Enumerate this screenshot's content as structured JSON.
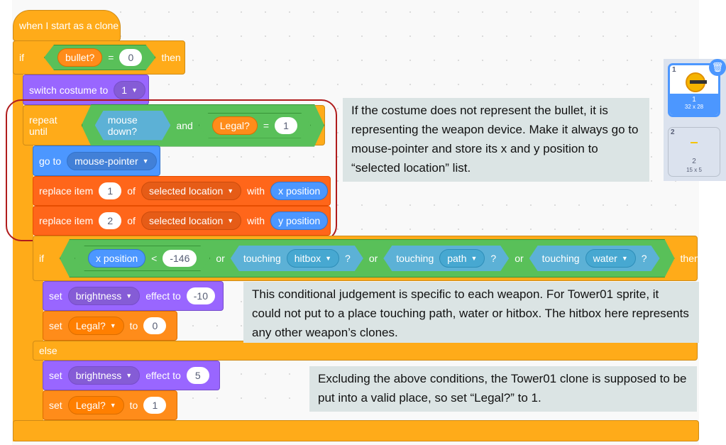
{
  "script": {
    "hat": "when I start as a clone",
    "if1": {
      "kw": "if",
      "var": "bullet?",
      "op": "=",
      "val": "0",
      "then": "then"
    },
    "switch": {
      "label": "switch costume to",
      "val": "1"
    },
    "repeat": {
      "label": "repeat until",
      "sensing": "mouse down?",
      "and": "and",
      "var": "Legal?",
      "op": "=",
      "val": "1"
    },
    "goto": {
      "label": "go to",
      "val": "mouse-pointer"
    },
    "replace1": {
      "label": "replace item",
      "idx": "1",
      "of": "of",
      "list": "selected location",
      "with": "with",
      "rep": "x position"
    },
    "replace2": {
      "label": "replace item",
      "idx": "2",
      "of": "of",
      "list": "selected location",
      "with": "with",
      "rep": "y position"
    },
    "if2": {
      "kw": "if",
      "xpos": "x position",
      "lt": "<",
      "val": "-146",
      "or1": "or",
      "touching1": "touching",
      "t1": "hitbox",
      "q1": "?",
      "or2": "or",
      "touching2": "touching",
      "t2": "path",
      "q2": "?",
      "or3": "or",
      "touching3": "touching",
      "t3": "water",
      "q3": "?",
      "then": "then",
      "else": "else"
    },
    "set1": {
      "kw": "set",
      "effect": "brightness",
      "to": "effect to",
      "val": "-10"
    },
    "set2": {
      "kw": "set",
      "var": "Legal?",
      "to": "to",
      "val": "0"
    },
    "set3": {
      "kw": "set",
      "effect": "brightness",
      "to": "effect to",
      "val": "5"
    },
    "set4": {
      "kw": "set",
      "var": "Legal?",
      "to": "to",
      "val": "1"
    }
  },
  "notes": [
    "If the costume does not represent the bullet, it is representing the weapon device. Make it always go to mouse-pointer and store its x and y position to “selected location” list.",
    "This conditional judgement is specific to each weapon. For Tower01 sprite, it could not put to a place touching path, water or hitbox. The hitbox here represents any other weapon’s clones.",
    "Excluding the above conditions, the Tower01 clone is supposed to be put into a valid place, so set “Legal?” to 1."
  ],
  "costumes": [
    {
      "num": "1",
      "name": "1",
      "size": "32 x 28",
      "selected": true
    },
    {
      "num": "2",
      "name": "2",
      "size": "15 x 5",
      "selected": false
    }
  ],
  "colors": {
    "control": "#ffab19",
    "looks": "#9966ff",
    "motion": "#4c97ff",
    "list": "#ff661a",
    "variable": "#ff8c1a",
    "operator": "#59c059",
    "sensing": "#5cb1d6"
  }
}
